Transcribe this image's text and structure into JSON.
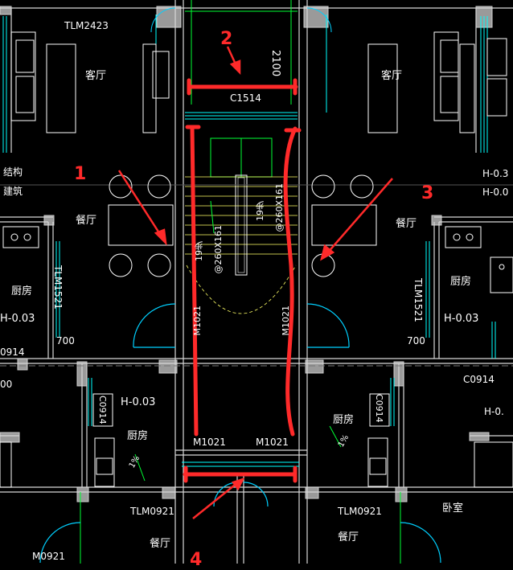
{
  "labels": {
    "tlm2423": "TLM2423",
    "living_left": "客厅",
    "living_right": "客厅",
    "dim_2100": "2100",
    "c1514": "C1514",
    "struct": "结构",
    "arch": "建筑",
    "h03_top": "H-0.3",
    "h00_top": "H-0.0",
    "dining_left": "餐厅",
    "dining_right": "餐厅",
    "kitchen_left": "厨房",
    "kitchen_right": "厨房",
    "tlm1521_left": "TLM1521",
    "tlm1521_right": "TLM1521",
    "h003_left": "H-0.03",
    "h003_right": "H-0.03",
    "dim_700_left": "700",
    "dim_700_right": "700",
    "c0914_left": "0914",
    "c0914_right": "C0914",
    "dim_00": "00",
    "h05_right": "H-0.",
    "steps_left": "19步",
    "tread_left": "@260X161",
    "steps_right": "19步",
    "tread_right": "@260X161",
    "m1021_left_v": "M1021",
    "m1021_right_v": "M1021",
    "m1021_bl": "M1021",
    "m1021_br": "M1021",
    "h003_center": "H-0.03",
    "kitchen_center": "厨房",
    "kitchen_center_r": "厨房",
    "c0914_vl": "C0914",
    "c0914_vr": "C0914",
    "slope_l": "1%",
    "slope_r": "1%",
    "tlm0921_left": "TLM0921",
    "tlm0921_right": "TLM0921",
    "dining_bl": "餐厅",
    "dining_br": "餐厅",
    "bedroom": "卧室",
    "m0921": "M0921"
  },
  "annotations": {
    "n1": "1",
    "n2": "2",
    "n3": "3",
    "n4": "4"
  },
  "colors": {
    "background": "#000000",
    "wall": "#c8c8c8",
    "window": "#00ffff",
    "furniture": "#ffffff",
    "stair": "#ffff66",
    "green": "#00ff33",
    "annotation": "#ff2a2a",
    "door_arc": "#00d0ff"
  }
}
